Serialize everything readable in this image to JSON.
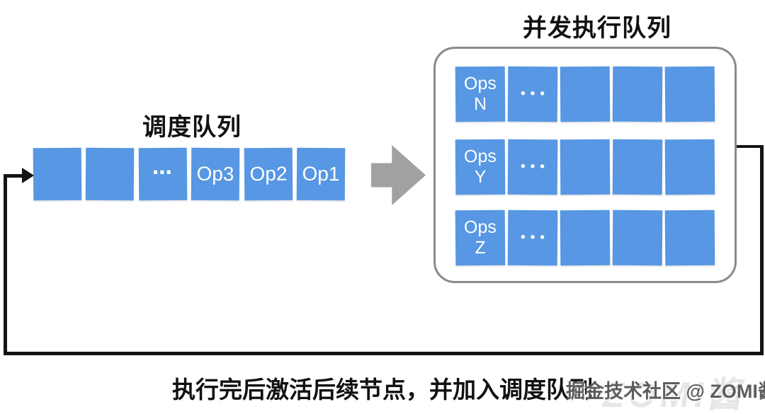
{
  "scheduling_queue": {
    "title": "调度队列",
    "cells": [
      "",
      "",
      "⋯",
      "Op3",
      "Op2",
      "Op1"
    ]
  },
  "concurrent_queue": {
    "title": "并发执行队列",
    "rows": [
      {
        "label": [
          "Ops",
          "N"
        ],
        "dots": "•••",
        "cells": [
          "",
          "",
          ""
        ]
      },
      {
        "label": [
          "Ops",
          "Y"
        ],
        "dots": "•••",
        "cells": [
          "",
          "",
          ""
        ]
      },
      {
        "label": [
          "Ops",
          "Z"
        ],
        "dots": "•••",
        "cells": [
          "",
          "",
          ""
        ]
      }
    ]
  },
  "caption": "执行完后激活后续节点，并加入调度队列",
  "watermark": {
    "text": "掘金技术社区 @ ZOMI酱",
    "faint_text": "ZOMI酱"
  },
  "colors": {
    "box_blue": "#5797E3",
    "arrow_gray": "#A1A1A1",
    "panel_border_gray": "#8A8A8A",
    "loop_line_black": "#141414"
  }
}
